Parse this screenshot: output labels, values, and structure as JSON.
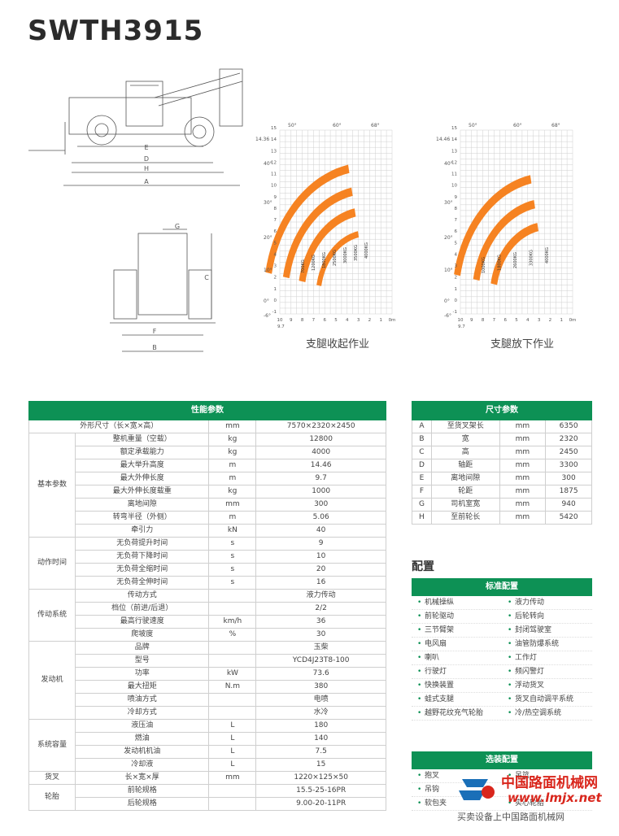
{
  "model": "SWTH3915",
  "side_view_labels": [
    "E",
    "D",
    "H",
    "A"
  ],
  "front_view_labels": [
    "G",
    "C",
    "F",
    "B"
  ],
  "load_charts": [
    {
      "caption": "支腿收起作业",
      "angles": [
        "50°",
        "60°",
        "68°"
      ],
      "left_angles": [
        "40°",
        "30°",
        "20°",
        "10°",
        "0°",
        "-6°"
      ],
      "max_height": "14.36",
      "y_ticks": [
        "15",
        "14",
        "13",
        "12",
        "11",
        "10",
        "9",
        "8",
        "7",
        "6",
        "5",
        "4",
        "3",
        "2",
        "1",
        "0",
        "-1"
      ],
      "x_ticks": [
        "10",
        "9",
        "8",
        "7",
        "6",
        "5",
        "4",
        "3",
        "2",
        "1",
        "0m"
      ],
      "x_extra": "9.7",
      "loads": [
        "700KG",
        "1200KG",
        "1800KG",
        "2500KG",
        "3000KG",
        "3500KG",
        "4000KG"
      ]
    },
    {
      "caption": "支腿放下作业",
      "angles": [
        "50°",
        "60°",
        "68°"
      ],
      "left_angles": [
        "40°",
        "30°",
        "20°",
        "10°",
        "0°",
        "-6°"
      ],
      "max_height": "14.46",
      "y_ticks": [
        "15",
        "14",
        "13",
        "12",
        "11",
        "10",
        "9",
        "8",
        "7",
        "6",
        "5",
        "4",
        "3",
        "2",
        "1",
        "0",
        "-1"
      ],
      "x_ticks": [
        "10",
        "9",
        "8",
        "7",
        "6",
        "5",
        "4",
        "3",
        "2",
        "1",
        "0m"
      ],
      "x_extra": "9.7",
      "loads": [
        "1000KG",
        "1800KG",
        "2600KG",
        "3300KG",
        "4000KG"
      ]
    }
  ],
  "perf_table": {
    "title": "性能参数",
    "overall": {
      "name": "外形尺寸（长×宽×高）",
      "unit": "mm",
      "value": "7570×2320×2450"
    },
    "groups": [
      {
        "name": "基本参数",
        "rows": [
          {
            "name": "整机重量（空载）",
            "unit": "kg",
            "value": "12800"
          },
          {
            "name": "额定承载能力",
            "unit": "kg",
            "value": "4000"
          },
          {
            "name": "最大举升高度",
            "unit": "m",
            "value": "14.46"
          },
          {
            "name": "最大外伸长度",
            "unit": "m",
            "value": "9.7"
          },
          {
            "name": "最大外伸长度载重",
            "unit": "kg",
            "value": "1000"
          },
          {
            "name": "离地间隙",
            "unit": "mm",
            "value": "300"
          },
          {
            "name": "转弯半径（外侧）",
            "unit": "m",
            "value": "5.06"
          },
          {
            "name": "牵引力",
            "unit": "kN",
            "value": "40"
          }
        ]
      },
      {
        "name": "动作时间",
        "rows": [
          {
            "name": "无负荷提升时间",
            "unit": "s",
            "value": "9"
          },
          {
            "name": "无负荷下降时间",
            "unit": "s",
            "value": "10"
          },
          {
            "name": "无负荷全缩时间",
            "unit": "s",
            "value": "20"
          },
          {
            "name": "无负荷全伸时间",
            "unit": "s",
            "value": "16"
          }
        ]
      },
      {
        "name": "传动系统",
        "rows": [
          {
            "name": "传动方式",
            "unit": "",
            "value": "液力传动"
          },
          {
            "name": "档位（前进/后退）",
            "unit": "",
            "value": "2/2"
          },
          {
            "name": "最高行驶速度",
            "unit": "km/h",
            "value": "36"
          },
          {
            "name": "爬坡度",
            "unit": "%",
            "value": "30"
          }
        ]
      },
      {
        "name": "发动机",
        "rows": [
          {
            "name": "品牌",
            "unit": "",
            "value": "玉柴"
          },
          {
            "name": "型号",
            "unit": "",
            "value": "YCD4J23T8-100"
          },
          {
            "name": "功率",
            "unit": "kW",
            "value": "73.6"
          },
          {
            "name": "最大扭矩",
            "unit": "N.m",
            "value": "380"
          },
          {
            "name": "喷油方式",
            "unit": "",
            "value": "电喷"
          },
          {
            "name": "冷却方式",
            "unit": "",
            "value": "水冷"
          }
        ]
      },
      {
        "name": "系统容量",
        "rows": [
          {
            "name": "液压油",
            "unit": "L",
            "value": "180"
          },
          {
            "name": "燃油",
            "unit": "L",
            "value": "140"
          },
          {
            "name": "发动机机油",
            "unit": "L",
            "value": "7.5"
          },
          {
            "name": "冷却液",
            "unit": "L",
            "value": "15"
          }
        ]
      },
      {
        "name": "货叉",
        "rows": [
          {
            "name": "长×宽×厚",
            "unit": "mm",
            "value": "1220×125×50"
          }
        ]
      },
      {
        "name": "轮胎",
        "rows": [
          {
            "name": "前轮规格",
            "unit": "",
            "value": "15.5-25-16PR"
          },
          {
            "name": "后轮规格",
            "unit": "",
            "value": "9.00-20-11PR"
          }
        ]
      }
    ]
  },
  "dim_table": {
    "title": "尺寸参数",
    "rows": [
      {
        "code": "A",
        "name": "至货叉架长",
        "unit": "mm",
        "value": "6350"
      },
      {
        "code": "B",
        "name": "宽",
        "unit": "mm",
        "value": "2320"
      },
      {
        "code": "C",
        "name": "高",
        "unit": "mm",
        "value": "2450"
      },
      {
        "code": "D",
        "name": "轴距",
        "unit": "mm",
        "value": "3300"
      },
      {
        "code": "E",
        "name": "离地间隙",
        "unit": "mm",
        "value": "300"
      },
      {
        "code": "F",
        "name": "轮距",
        "unit": "mm",
        "value": "1875"
      },
      {
        "code": "G",
        "name": "司机室宽",
        "unit": "mm",
        "value": "940"
      },
      {
        "code": "H",
        "name": "至前轮长",
        "unit": "mm",
        "value": "5420"
      }
    ]
  },
  "config": {
    "heading": "配置",
    "standard": {
      "title": "标准配置",
      "items": [
        [
          "机械操纵",
          "液力传动"
        ],
        [
          "前轮驱动",
          "后轮转向"
        ],
        [
          "三节臂架",
          "封闭驾驶室"
        ],
        [
          "电风扇",
          "油管防爆系统"
        ],
        [
          "喇叭",
          "工作灯"
        ],
        [
          "行驶灯",
          "频闪警灯"
        ],
        [
          "快换装置",
          "浮动货叉"
        ],
        [
          "蛙式支腿",
          "货叉自动调平系统"
        ],
        [
          "越野花纹充气轮胎",
          "冷/热空调系统"
        ]
      ]
    },
    "optional": {
      "title": "选装配置",
      "items": [
        [
          "抱叉",
          "吊篮"
        ],
        [
          "吊钩",
          ""
        ],
        [
          "软包夹",
          "实心轮胎"
        ]
      ]
    }
  },
  "watermark": {
    "brand": "中国路面机械网",
    "url": "www.lmjx.net",
    "slogan": "买卖设备上中国路面机械网"
  },
  "colors": {
    "accent": "#0d9155",
    "orange": "#f57c16",
    "grid": "#d0d0d0"
  }
}
